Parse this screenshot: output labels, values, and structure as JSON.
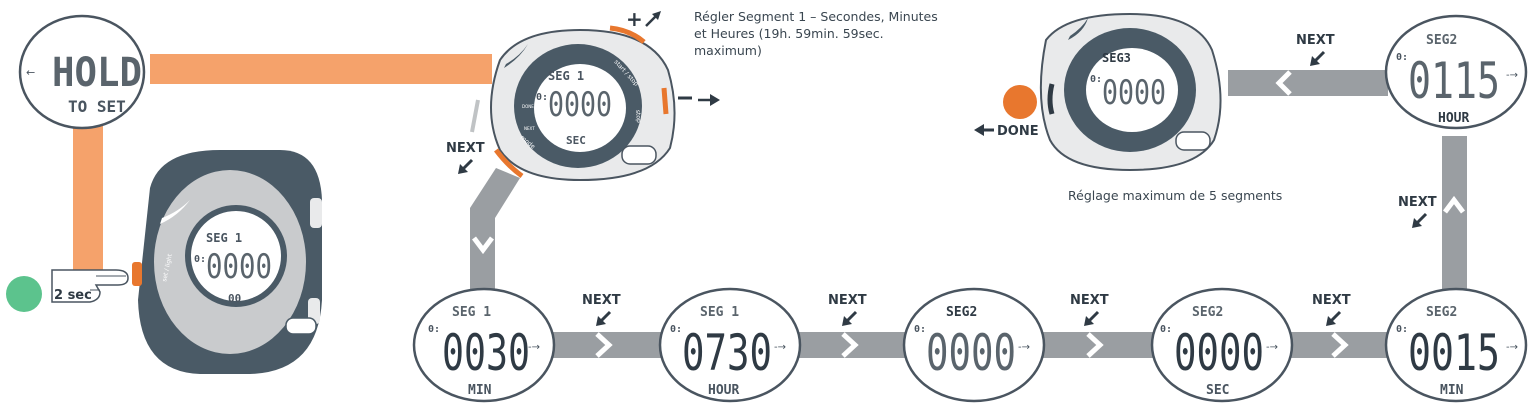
{
  "labels": {
    "next": "NEXT",
    "done": "DONE",
    "duration": "2 sec",
    "hold_top": "HOLD",
    "hold_bottom": "TO SET"
  },
  "notes": {
    "top": "Régler Segment 1 – Secondes, Minutes et Heures (19h. 59min. 59sec. maximum)",
    "max_segments": "Réglage maximum de 5 segments"
  },
  "button_text": {
    "start_stop": "start / stop",
    "stop": "stop",
    "mode": "mode",
    "set_light": "set / light",
    "done_small": "DONE",
    "next_small": "NEXT"
  },
  "symbols": {
    "plus": "+",
    "minus": "−"
  },
  "screens": {
    "watch_main": {
      "seg": "SEG 1",
      "digits": "0000",
      "bottom": "00",
      "hour": "0:"
    },
    "watch_top": {
      "seg": "SEG 1",
      "digits": "0000",
      "bottom": "SEC",
      "hour": "0:"
    },
    "watch_right": {
      "seg": "SEG3",
      "digits": "0000",
      "bottom": "",
      "hour": "0:"
    },
    "s1": {
      "seg": "SEG 1",
      "digits": "0030",
      "bottom": "MIN",
      "hour": "0:"
    },
    "s2": {
      "seg": "SEG 1",
      "digits": "0730",
      "bottom": "HOUR",
      "hour": "0:"
    },
    "s3": {
      "seg": "SEG2",
      "digits": "0000",
      "bottom": "",
      "hour": "0:"
    },
    "s4": {
      "seg": "SEG2",
      "digits": "0000",
      "bottom": "SEC",
      "hour": "0:"
    },
    "s5": {
      "seg": "SEG2",
      "digits": "0015",
      "bottom": "MIN",
      "hour": "0:"
    },
    "s6": {
      "seg": "SEG2",
      "digits": "0115",
      "bottom": "HOUR",
      "hour": "0:"
    }
  },
  "colors": {
    "orange": "#f5a26b",
    "orange_dark": "#e8772e",
    "gray_path": "#9a9ea2",
    "watch_dark": "#4a5a66",
    "green": "#5cc38d",
    "text_dark": "#2f3a44"
  }
}
